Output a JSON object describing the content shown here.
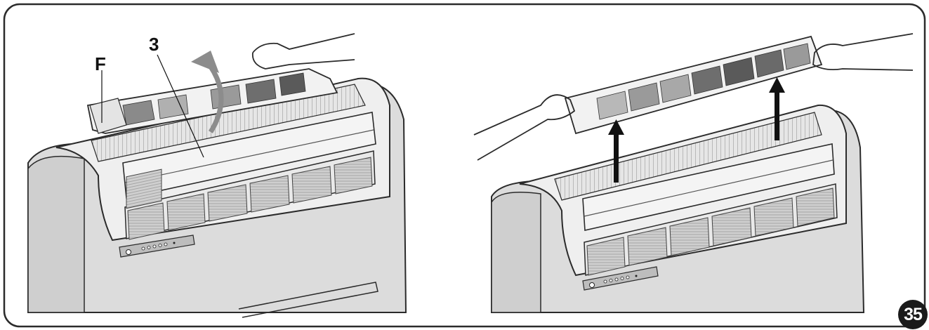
{
  "panels": [
    {
      "id": "left",
      "callouts": {
        "filter": "F",
        "part": "3"
      }
    },
    {
      "id": "right"
    }
  ],
  "figure_number": "35",
  "colors": {
    "outline": "#2b2b2b",
    "body_fill": "#d9d9d9",
    "filter_dark": "#6e6e6e",
    "arrow": "#111111"
  }
}
